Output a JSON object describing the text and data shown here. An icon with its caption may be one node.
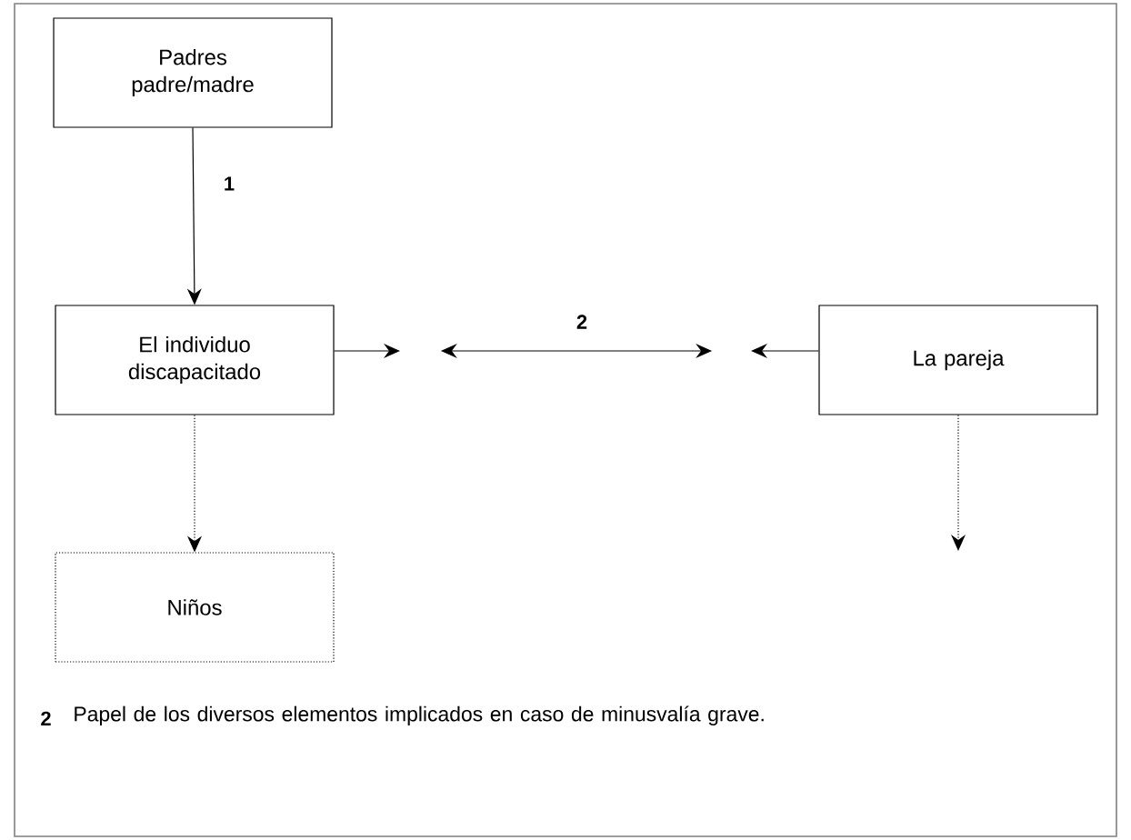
{
  "diagram": {
    "nodes": [
      {
        "text": [
          "Padres padre/madre"
        ]
      },
      {
        "text": [
          "El individuo discapacitado"
        ]
      },
      {
        "text": [
          "La pareja"
        ]
      },
      {
        "text": [
          "Niños"
        ]
      }
    ],
    "edges": [
      {
        "from": 0,
        "to": 1,
        "arrow": "to",
        "label": "1"
      },
      {
        "from": 1,
        "to": null,
        "arrow": "to"
      },
      {
        "from": 1,
        "to": 2,
        "arrow": "both",
        "label": "2"
      },
      {
        "from": 2,
        "to": null,
        "arrow": "to"
      },
      {
        "from": 1,
        "to": 3,
        "arrow": "to",
        "style": "dashed"
      },
      {
        "from": 2,
        "to": null,
        "arrow": "to",
        "style": "dashed"
      }
    ],
    "labels": [
      "2",
      "Papel de los diversos elementos implicados en caso de minusvalía grave."
    ]
  }
}
